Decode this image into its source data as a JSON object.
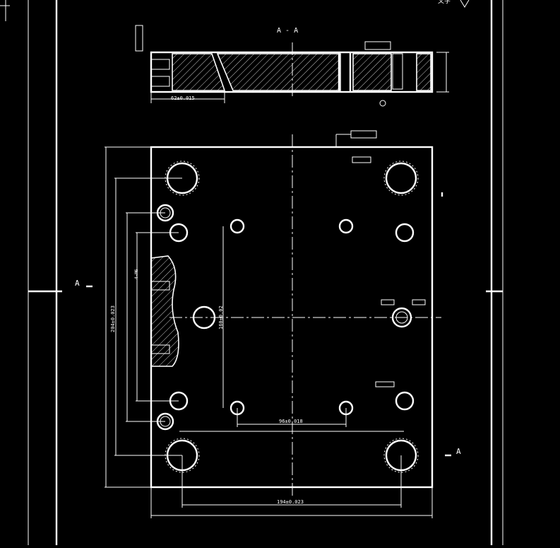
{
  "canvas": {
    "background": "#000000",
    "stroke": "#ffffff"
  },
  "corner_label": "文字",
  "section": {
    "title": "A - A",
    "dim_length": "62±0.015"
  },
  "plan": {
    "label_left": "A",
    "label_right": "A",
    "dim_height_outer": "204±0.023",
    "dim_height_inner": "160±0.02",
    "dim_width_inner": "96±0.018",
    "dim_width_outer": "194±0.023",
    "hole_note": "4-M6"
  }
}
